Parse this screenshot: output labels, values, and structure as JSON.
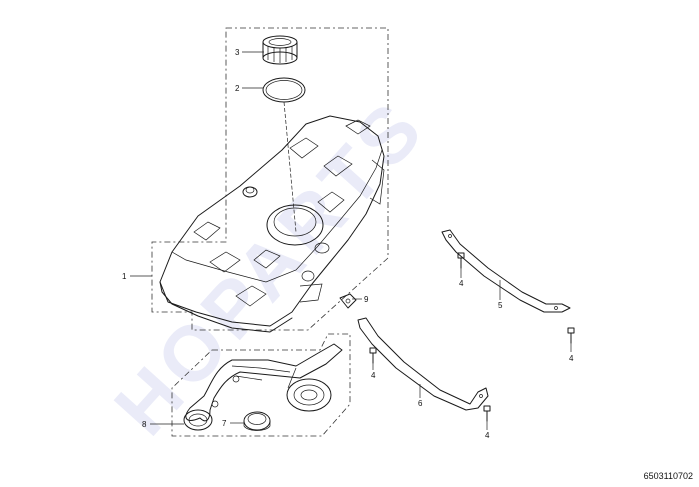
{
  "watermark": "HOPARTS",
  "drawing_number": "6503110702",
  "callouts": {
    "c1": "1",
    "c2": "2",
    "c3": "3",
    "c4a": "4",
    "c4b": "4",
    "c4c": "4",
    "c4d": "4",
    "c5": "5",
    "c6": "6",
    "c7": "7",
    "c8": "8",
    "c9": "9"
  }
}
